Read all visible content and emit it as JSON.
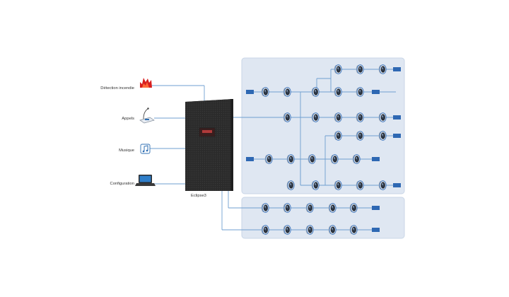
{
  "colors": {
    "background": "#ffffff",
    "zone_fill": "#dfe7f2",
    "zone_stroke": "#c9d6e7",
    "wire": "#6f9fd0",
    "speaker_body": "#a9b2bc",
    "speaker_dark": "#252a35",
    "speaker_ring": "#2e6ab8",
    "terminator": "#2e68b3",
    "unit_body": "#2b2b2b",
    "fire": "#d81e1e",
    "icon_blue": "#2f6fb3"
  },
  "icons": {
    "fire": "fire-icon",
    "call": "microphone-station-icon",
    "music": "music-note-icon",
    "config": "laptop-icon",
    "unit": "amplifier-rack-icon",
    "speaker": "speaker-icon",
    "terminator": "line-terminator-icon"
  },
  "inputs": {
    "fire_label": "Détection incendie",
    "call_label": "Appels",
    "music_label": "Musique",
    "config_label": "Configuration"
  },
  "unit": {
    "label": "Eclipse3"
  }
}
